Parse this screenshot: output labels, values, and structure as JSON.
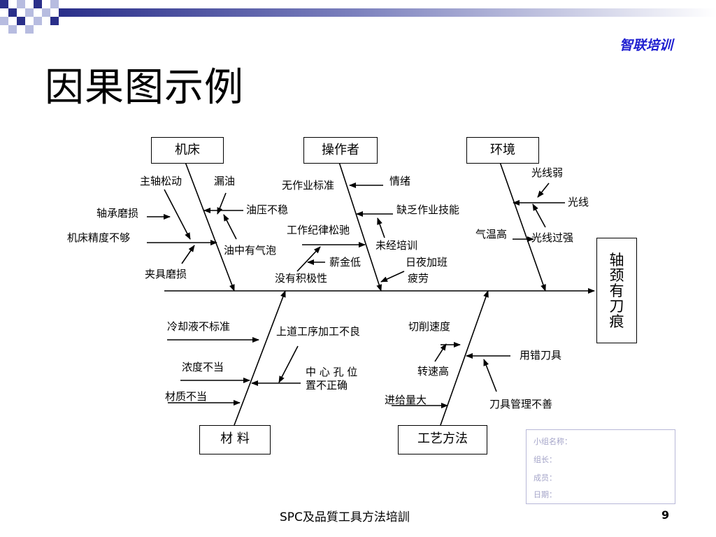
{
  "header": {
    "brand": "智联培训",
    "title": "因果图示例"
  },
  "diagram": {
    "effect": [
      "轴",
      "颈",
      "有",
      "刀",
      "痕"
    ],
    "categories": {
      "machine": "机床",
      "operator": "操作者",
      "environment": "环境",
      "material": "材 料",
      "process": "工艺方法"
    },
    "causes": {
      "machine": {
        "spindle_loose": "主轴松动",
        "oil_leak": "漏油",
        "bearing_wear": "轴承磨损",
        "oil_pressure": "油压不稳",
        "precision": "机床精度不够",
        "oil_bubbles": "油中有气泡",
        "fixture_wear": "夹具磨损"
      },
      "operator": {
        "no_standard": "无作业标准",
        "mood": "情绪",
        "lack_skill": "缺乏作业技能",
        "discipline": "工作纪律松驰",
        "untrained": "未经培训",
        "low_pay": "薪金低",
        "overtime": "日夜加班",
        "no_motivation": "没有积极性",
        "fatigue": "疲劳"
      },
      "environment": {
        "light_weak": "光线弱",
        "light": "光线",
        "temperature_high": "气温高",
        "light_strong": "光线过强"
      },
      "material": {
        "coolant": "冷却液不标准",
        "prev_process": "上道工序加工不良",
        "concentration": "浓度不当",
        "center_hole_1": "中 心 孔 位",
        "center_hole_2": "置不正确",
        "material_wrong": "材质不当"
      },
      "process": {
        "cut_speed": "切削速度",
        "wrong_tool": "用错刀具",
        "high_rpm": "转速高",
        "high_feed": "进给量大",
        "tool_mgmt": "刀具管理不善"
      }
    }
  },
  "info_box": {
    "group_name": "小组名称：",
    "leader": "组长：",
    "members": "成员：",
    "date": "日期："
  },
  "footer": {
    "text": "SPC及品質工具方法培訓",
    "page": "9"
  },
  "colors": {
    "brand": "#1f1fd0",
    "checker_dark": "#2a2f8a",
    "checker_light": "#b7bce0",
    "info_text": "#a4a4c8"
  }
}
